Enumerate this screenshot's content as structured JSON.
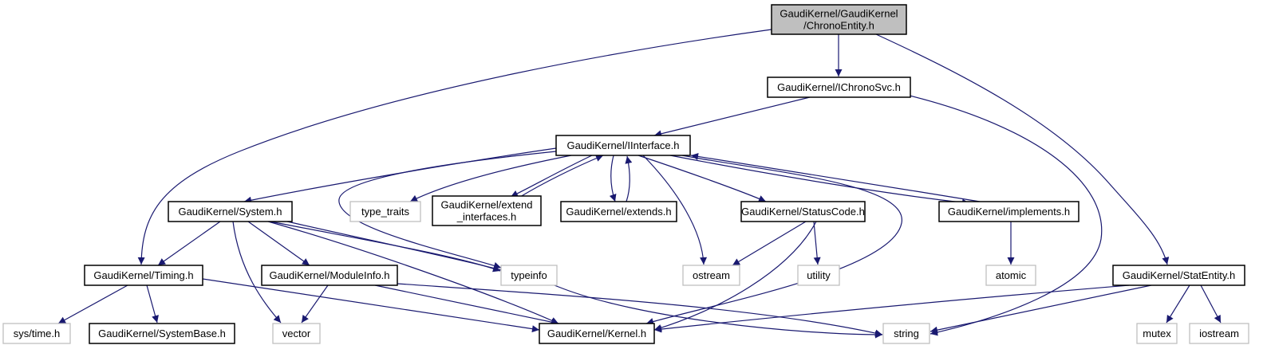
{
  "graph": {
    "title": "GaudiKernel/GaudiKernel/ChronoEntity.h",
    "colors": {
      "edge": "#191970",
      "root_fill": "#bfbfbf",
      "node_border": "#000000",
      "external_border": "#bfbfbf",
      "node_fill": "#ffffff"
    },
    "nodes": [
      {
        "id": "chronoentity",
        "lines": [
          "GaudiKernel/GaudiKernel",
          "/ChronoEntity.h"
        ],
        "kind": "root"
      },
      {
        "id": "ichronosvc",
        "lines": [
          "GaudiKernel/IChronoSvc.h"
        ],
        "kind": "internal"
      },
      {
        "id": "iinterface",
        "lines": [
          "GaudiKernel/IInterface.h"
        ],
        "kind": "internal"
      },
      {
        "id": "system",
        "lines": [
          "GaudiKernel/System.h"
        ],
        "kind": "internal"
      },
      {
        "id": "type_traits",
        "lines": [
          "type_traits"
        ],
        "kind": "external"
      },
      {
        "id": "extend_interfaces",
        "lines": [
          "GaudiKernel/extend",
          "_interfaces.h"
        ],
        "kind": "internal"
      },
      {
        "id": "extends",
        "lines": [
          "GaudiKernel/extends.h"
        ],
        "kind": "internal"
      },
      {
        "id": "statuscode",
        "lines": [
          "GaudiKernel/StatusCode.h"
        ],
        "kind": "internal"
      },
      {
        "id": "implements",
        "lines": [
          "GaudiKernel/implements.h"
        ],
        "kind": "internal"
      },
      {
        "id": "timing",
        "lines": [
          "GaudiKernel/Timing.h"
        ],
        "kind": "internal"
      },
      {
        "id": "moduleinfo",
        "lines": [
          "GaudiKernel/ModuleInfo.h"
        ],
        "kind": "internal"
      },
      {
        "id": "typeinfo",
        "lines": [
          "typeinfo"
        ],
        "kind": "external"
      },
      {
        "id": "ostream",
        "lines": [
          "ostream"
        ],
        "kind": "external"
      },
      {
        "id": "utility",
        "lines": [
          "utility"
        ],
        "kind": "external"
      },
      {
        "id": "atomic",
        "lines": [
          "atomic"
        ],
        "kind": "external"
      },
      {
        "id": "statentity",
        "lines": [
          "GaudiKernel/StatEntity.h"
        ],
        "kind": "internal"
      },
      {
        "id": "systime",
        "lines": [
          "sys/time.h"
        ],
        "kind": "external"
      },
      {
        "id": "systembase",
        "lines": [
          "GaudiKernel/SystemBase.h"
        ],
        "kind": "internal"
      },
      {
        "id": "vector",
        "lines": [
          "vector"
        ],
        "kind": "external"
      },
      {
        "id": "kernel",
        "lines": [
          "GaudiKernel/Kernel.h"
        ],
        "kind": "internal"
      },
      {
        "id": "string",
        "lines": [
          "string"
        ],
        "kind": "external"
      },
      {
        "id": "mutex",
        "lines": [
          "mutex"
        ],
        "kind": "external"
      },
      {
        "id": "iostream",
        "lines": [
          "iostream"
        ],
        "kind": "external"
      }
    ],
    "edges": [
      {
        "from": "chronoentity",
        "to": "ichronosvc"
      },
      {
        "from": "chronoentity",
        "to": "timing"
      },
      {
        "from": "chronoentity",
        "to": "statentity"
      },
      {
        "from": "ichronosvc",
        "to": "iinterface"
      },
      {
        "from": "ichronosvc",
        "to": "string"
      },
      {
        "from": "iinterface",
        "to": "system"
      },
      {
        "from": "iinterface",
        "to": "type_traits"
      },
      {
        "from": "iinterface",
        "to": "extend_interfaces"
      },
      {
        "from": "iinterface",
        "to": "extends"
      },
      {
        "from": "iinterface",
        "to": "statuscode"
      },
      {
        "from": "iinterface",
        "to": "implements"
      },
      {
        "from": "iinterface",
        "to": "typeinfo"
      },
      {
        "from": "iinterface",
        "to": "ostream"
      },
      {
        "from": "iinterface",
        "to": "kernel"
      },
      {
        "from": "extend_interfaces",
        "to": "iinterface"
      },
      {
        "from": "extends",
        "to": "iinterface"
      },
      {
        "from": "implements",
        "to": "iinterface"
      },
      {
        "from": "implements",
        "to": "atomic"
      },
      {
        "from": "system",
        "to": "timing"
      },
      {
        "from": "system",
        "to": "vector"
      },
      {
        "from": "system",
        "to": "moduleinfo"
      },
      {
        "from": "system",
        "to": "typeinfo"
      },
      {
        "from": "system",
        "to": "kernel"
      },
      {
        "from": "system",
        "to": "string"
      },
      {
        "from": "statuscode",
        "to": "ostream"
      },
      {
        "from": "statuscode",
        "to": "utility"
      },
      {
        "from": "statuscode",
        "to": "kernel"
      },
      {
        "from": "timing",
        "to": "systime"
      },
      {
        "from": "timing",
        "to": "systembase"
      },
      {
        "from": "timing",
        "to": "kernel"
      },
      {
        "from": "moduleinfo",
        "to": "vector"
      },
      {
        "from": "moduleinfo",
        "to": "kernel"
      },
      {
        "from": "moduleinfo",
        "to": "string"
      },
      {
        "from": "statentity",
        "to": "kernel"
      },
      {
        "from": "statentity",
        "to": "string"
      },
      {
        "from": "statentity",
        "to": "mutex"
      },
      {
        "from": "statentity",
        "to": "iostream"
      }
    ]
  }
}
